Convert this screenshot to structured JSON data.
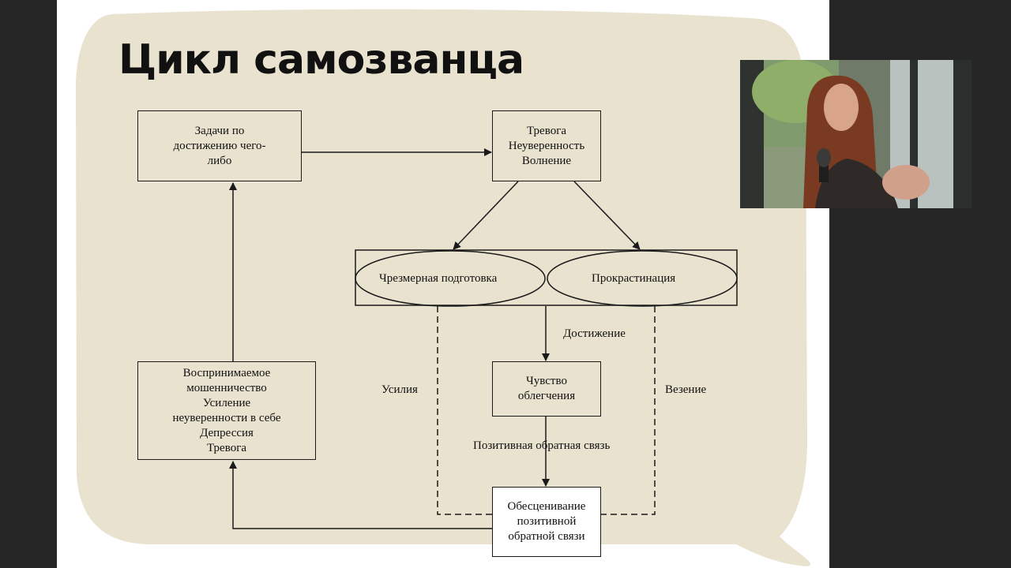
{
  "slide": {
    "title": "Цикл самозванца",
    "nodes": {
      "tasks": [
        "Задачи по",
        "достижению чего-",
        "либо"
      ],
      "anxiety": [
        "Тревога",
        "Неуверенность",
        "Волнение"
      ],
      "overprep": "Чрезмерная подготовка",
      "procrast": "Прокрастинация",
      "relief": [
        "Чувство",
        "облегчения"
      ],
      "devaluation": [
        "Обесценивание",
        "позитивной",
        "обратной связи"
      ],
      "fraud": [
        "Воспринимаемое",
        "мошенничество",
        "Усиление",
        "неуверенности в себе",
        "Депрессия",
        "Тревога"
      ]
    },
    "labels": {
      "achievement": "Достижение",
      "efforts": "Усилия",
      "luck": "Везение",
      "positive_feedback": "Позитивная обратная связь"
    },
    "colors": {
      "background_blob": "#e8e2cf",
      "stroke": "#1a1a1a",
      "frame": "#262626"
    }
  },
  "video_overlay": {
    "description_icon": "webcam-feed"
  }
}
